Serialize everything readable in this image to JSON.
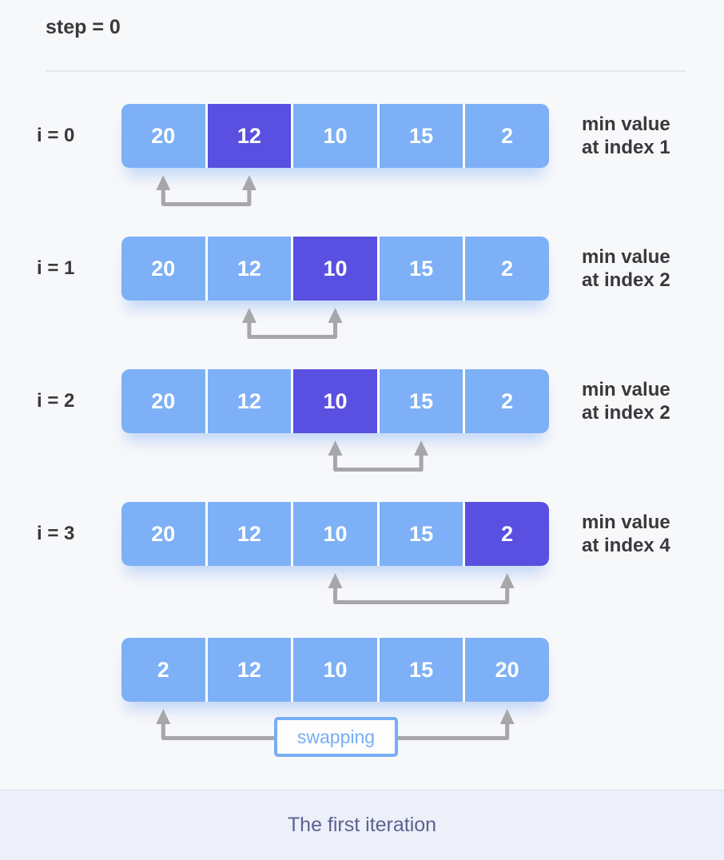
{
  "header": {
    "step_label": "step = 0"
  },
  "colors": {
    "cell_blue": "#7db0f6",
    "cell_highlight_purple": "#594fe0",
    "arrow_gray": "#a7a7a9",
    "swap_accent_blue": "#77aef5",
    "text_dark": "#39393c",
    "footer_text": "#5c6290",
    "page_background": "#f7f8fa",
    "footer_background": "#edeff9"
  },
  "rows": [
    {
      "label": "i = 0",
      "values": [
        "20",
        "12",
        "10",
        "15",
        "2"
      ],
      "highlight_index": 1,
      "arrow": {
        "from": 0,
        "to": 1
      },
      "caption_line1": "min value",
      "caption_line2": "at index 1"
    },
    {
      "label": "i = 1",
      "values": [
        "20",
        "12",
        "10",
        "15",
        "2"
      ],
      "highlight_index": 2,
      "arrow": {
        "from": 1,
        "to": 2
      },
      "caption_line1": "min value",
      "caption_line2": "at index 2"
    },
    {
      "label": "i = 2",
      "values": [
        "20",
        "12",
        "10",
        "15",
        "2"
      ],
      "highlight_index": 2,
      "arrow": {
        "from": 2,
        "to": 3
      },
      "caption_line1": "min value",
      "caption_line2": "at index 2"
    },
    {
      "label": "i = 3",
      "values": [
        "20",
        "12",
        "10",
        "15",
        "2"
      ],
      "highlight_index": 4,
      "arrow": {
        "from": 2,
        "to": 4
      },
      "caption_line1": "min value",
      "caption_line2": "at index 4"
    },
    {
      "label": "",
      "values": [
        "2",
        "12",
        "10",
        "15",
        "20"
      ],
      "highlight_index": null,
      "arrow": {
        "from": 0,
        "to": 4,
        "label": "swapping"
      },
      "caption_line1": "",
      "caption_line2": ""
    }
  ],
  "footer": {
    "caption": "The first iteration"
  }
}
